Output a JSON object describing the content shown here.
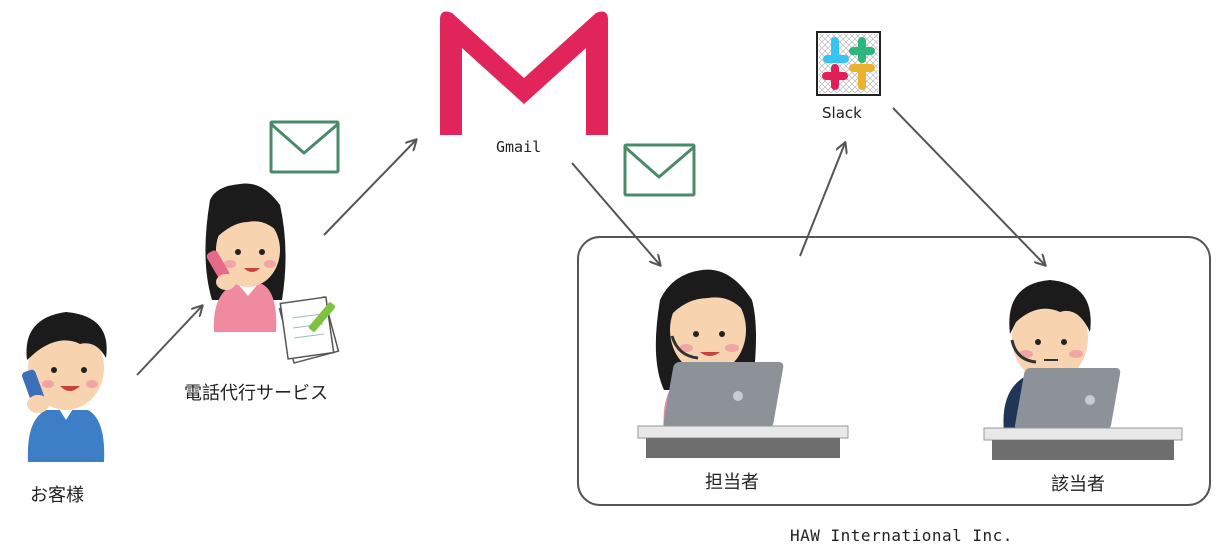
{
  "labels": {
    "customer": "お客様",
    "phone_service": "電話代行サービス",
    "gmail": "Gmail",
    "slack": "Slack",
    "staff": "担当者",
    "assignee": "該当者",
    "company": "HAW International Inc."
  },
  "colors": {
    "gmail_red": "#e1245a",
    "envelope_green": "#4a8a6a",
    "arrow_gray": "#555555",
    "frame_gray": "#555555",
    "slack_blue": "#36c5f0",
    "slack_green": "#2eb67d",
    "slack_red": "#e01e5a",
    "slack_yellow": "#ecb22e"
  },
  "icons": [
    "gmail-logo-icon",
    "slack-logo-icon",
    "envelope-icon",
    "notepad-icon"
  ]
}
